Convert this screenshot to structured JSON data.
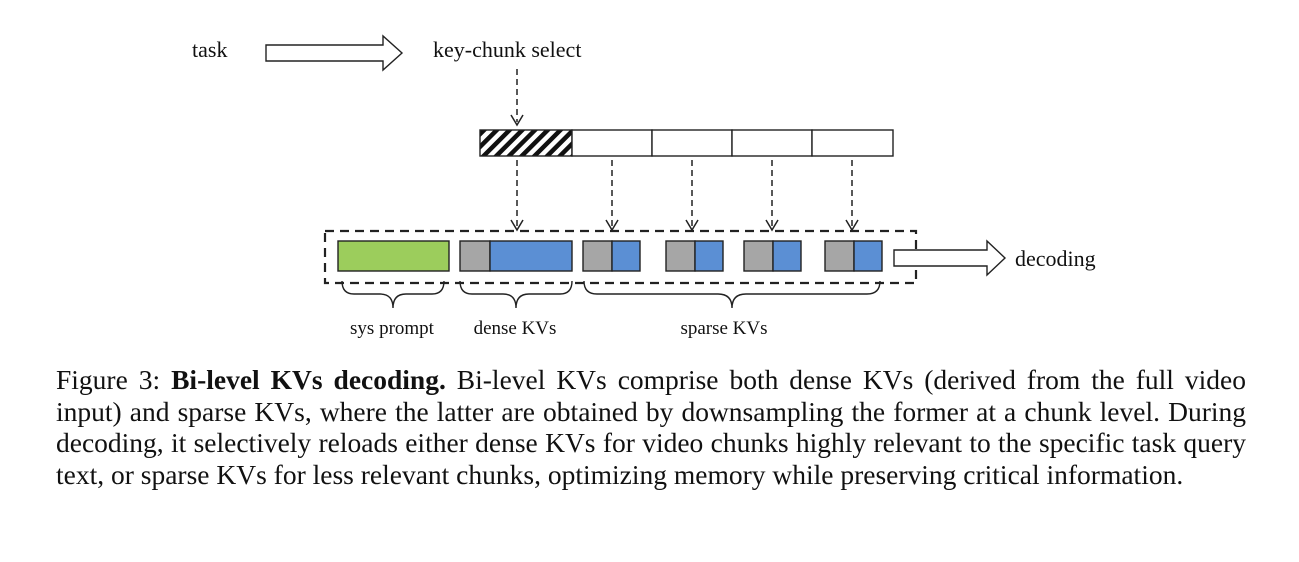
{
  "diagram": {
    "labels": {
      "task": "task",
      "key_chunk_select": "key-chunk select",
      "decoding": "decoding",
      "sys_prompt": "sys prompt",
      "dense_kvs": "dense KVs",
      "sparse_kvs": "sparse KVs"
    },
    "colors": {
      "sys_prompt": "#9ccd5c",
      "kv_gray": "#a6a6a6",
      "kv_blue": "#5b8fd4",
      "stroke": "#222222"
    }
  },
  "caption": {
    "prefix": "Figure 3: ",
    "title": "Bi-level KVs decoding.",
    "body": " Bi-level KVs comprise both dense KVs (derived from the full video input) and sparse KVs, where the latter are obtained by downsampling the former at a chunk level. During decoding, it selectively reloads either dense KVs for video chunks highly relevant to the specific task query text, or sparse KVs for less relevant chunks, optimizing memory while preserving critical information."
  }
}
